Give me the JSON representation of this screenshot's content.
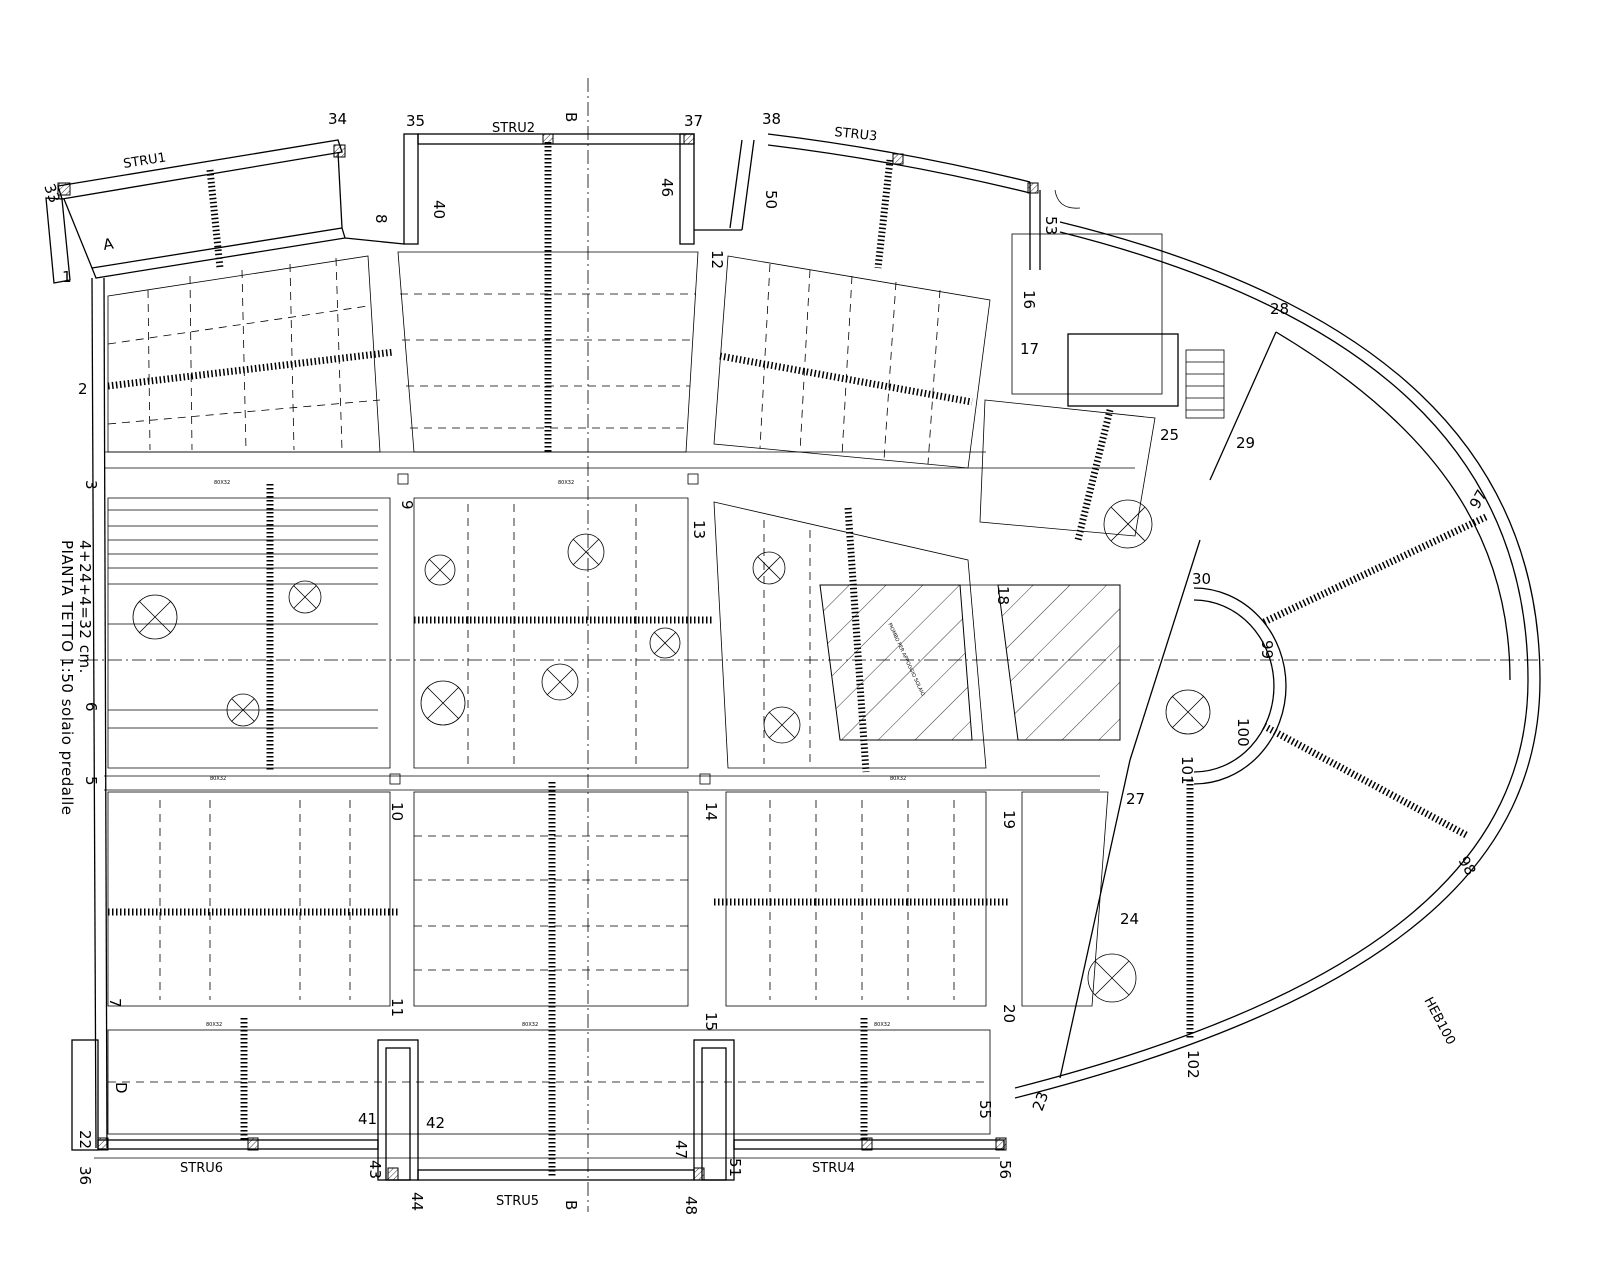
{
  "drawing": {
    "title_line1": "PIANTA TETTO 1:50 solaio predalle",
    "title_line2": "4+24+4=32 cm.",
    "structures": [
      {
        "id": "strut1",
        "label": "STRU1"
      },
      {
        "id": "strut2",
        "label": "STRU2"
      },
      {
        "id": "strut3",
        "label": "STRU3"
      },
      {
        "id": "strut4",
        "label": "STRU4"
      },
      {
        "id": "strut5",
        "label": "STRU5"
      },
      {
        "id": "strut6",
        "label": "STRU6"
      }
    ],
    "section_marks": [
      {
        "id": "b-top",
        "label": "B"
      },
      {
        "id": "b-bottom",
        "label": "B"
      },
      {
        "id": "a",
        "label": "A"
      },
      {
        "id": "d",
        "label": "D"
      }
    ],
    "node_numbers": [
      "1",
      "2",
      "3",
      "5",
      "6",
      "7",
      "8",
      "9",
      "10",
      "11",
      "12",
      "13",
      "14",
      "15",
      "16",
      "17",
      "18",
      "19",
      "20",
      "22",
      "23",
      "24",
      "25",
      "27",
      "28",
      "29",
      "30",
      "33",
      "34",
      "35",
      "36",
      "37",
      "38",
      "40",
      "41",
      "42",
      "43",
      "44",
      "46",
      "47",
      "48",
      "50",
      "51",
      "53",
      "55",
      "56",
      "97",
      "98",
      "99",
      "100",
      "101",
      "102"
    ],
    "beam_tag": "80X32",
    "hatched_area_label": "PIOMBO PER APPOGGIO SOLAIO",
    "steel_profile": "HEB100"
  }
}
